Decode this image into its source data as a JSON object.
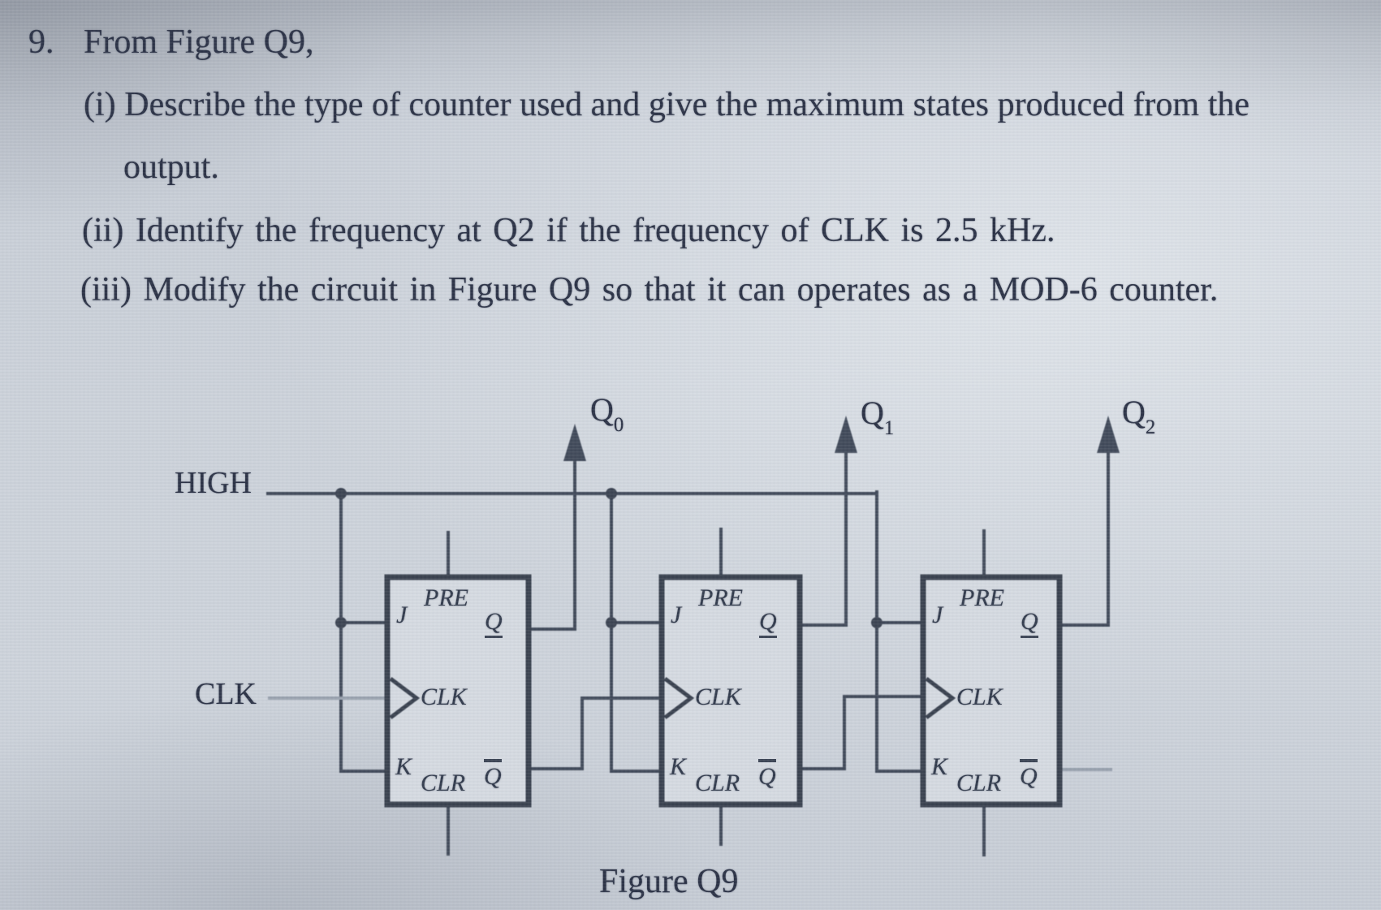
{
  "question": {
    "number": "9.",
    "intro": "From Figure Q9,",
    "parts": [
      {
        "label": "(i)",
        "text": "Describe the type of counter used and give the maximum states produced from the",
        "continuation": "output."
      },
      {
        "label": "(ii)",
        "text": "Identify the frequency at Q2 if the frequency of CLK is 2.5 kHz."
      },
      {
        "label": "(iii)",
        "text": "Modify the circuit in Figure Q9 so that it can operates as a MOD-6 counter."
      }
    ]
  },
  "circuit": {
    "high_label": "HIGH",
    "clk_label": "CLK",
    "outputs": [
      {
        "base": "Q",
        "sub": "0"
      },
      {
        "base": "Q",
        "sub": "1"
      },
      {
        "base": "Q",
        "sub": "2"
      }
    ],
    "ff_labels": {
      "j": "J",
      "k": "K",
      "pre": "PRE",
      "clk": "CLK",
      "clr": "CLR",
      "q": "Q",
      "q_bar": "Q"
    },
    "caption": "Figure Q9",
    "colors": {
      "ink": "#2b3246",
      "wire": "#414a5a",
      "wire_faint": "#97a0ad",
      "box_border": "#39414f"
    }
  }
}
